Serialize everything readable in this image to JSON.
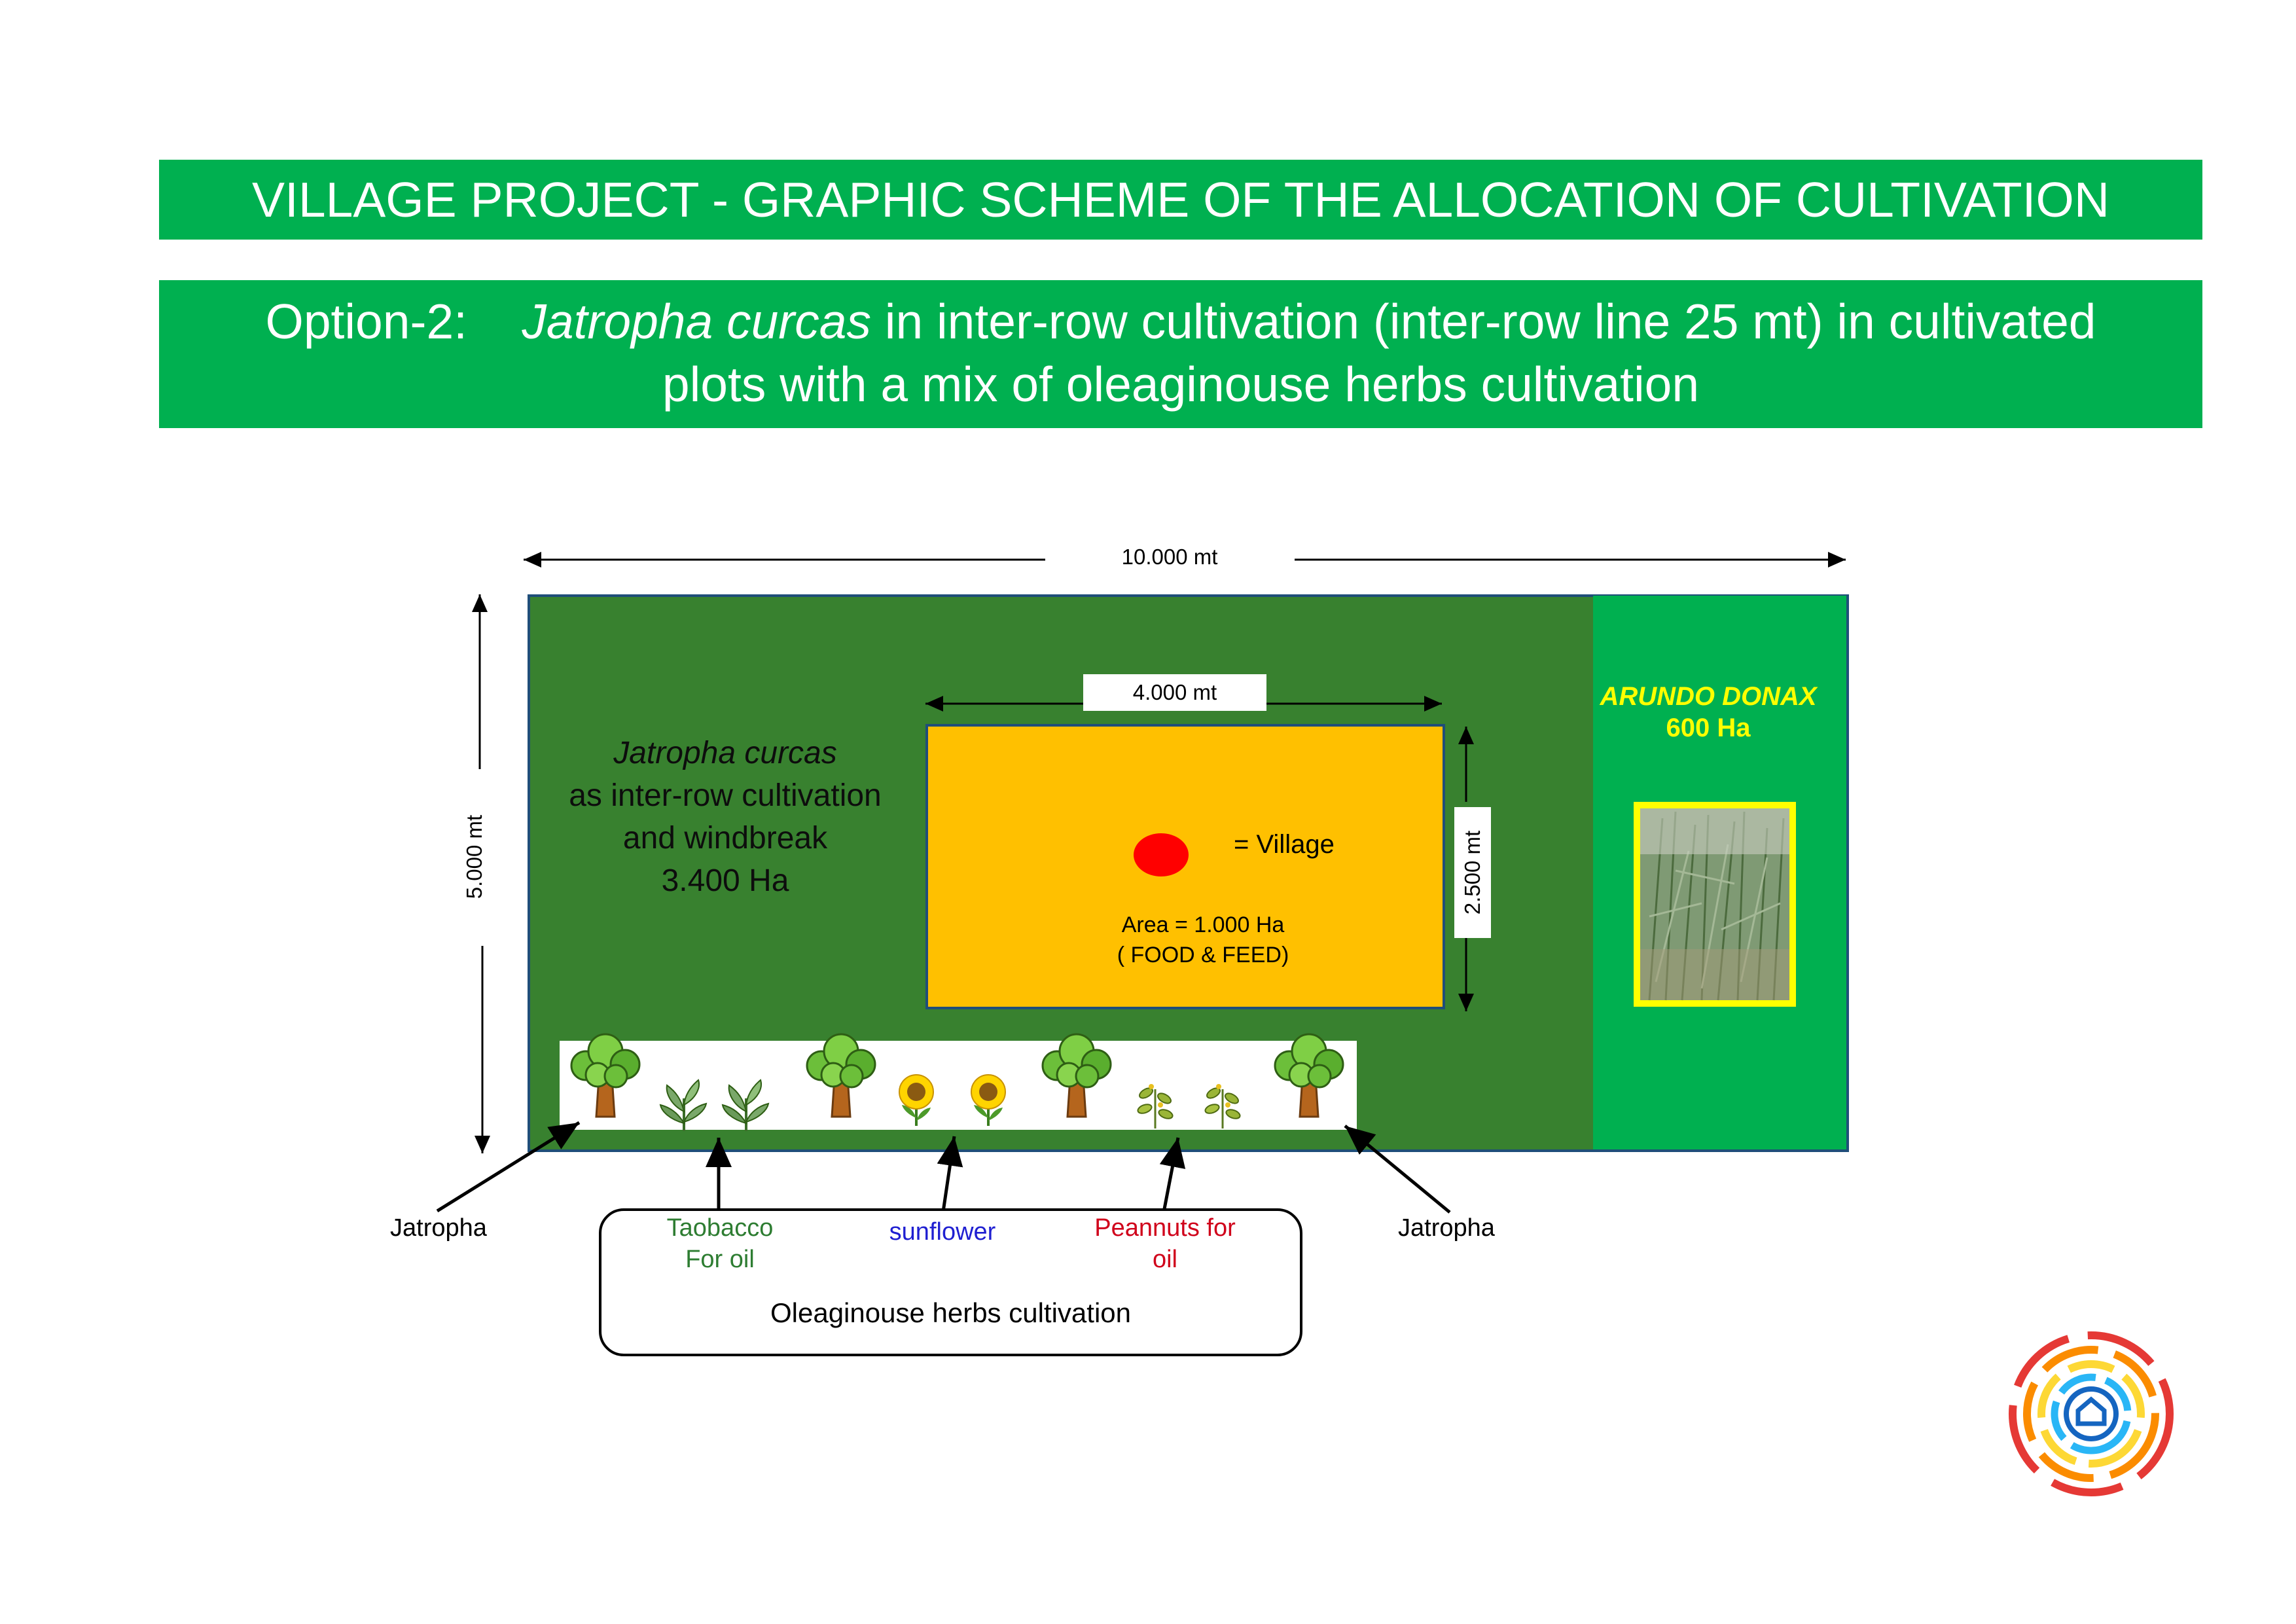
{
  "header": {
    "title": "VILLAGE PROJECT -  GRAPHIC SCHEME OF THE ALLOCATION OF CULTIVATION",
    "option_prefix": "Option-2:",
    "option_species": "Jatropha curcas",
    "option_rest_line1": " in inter-row cultivation (inter-row line 25 mt) in cultivated",
    "option_line2": "plots with a mix of oleaginouse herbs cultivation"
  },
  "dimensions": {
    "total_width": "10.000 mt",
    "total_height": "5.000 mt",
    "village_width": "4.000 mt",
    "village_height": "2.500 mt"
  },
  "jatropha_area": {
    "species": "Jatropha curcas",
    "line2": "as inter-row cultivation",
    "line3": "and windbreak",
    "area": "3.400 Ha"
  },
  "village": {
    "legend": "= Village",
    "area": "Area = 1.000 Ha",
    "use": "( FOOD & FEED)"
  },
  "arundo": {
    "name": "ARUNDO DONAX",
    "area": "600 Ha"
  },
  "labels": {
    "jatropha_left": "Jatropha",
    "jatropha_right": "Jatropha",
    "tobacco_line1": "Taobacco",
    "tobacco_line2": "For oil",
    "sunflower": "sunflower",
    "peanuts_line1": "Peannuts for",
    "peanuts_line2": "oil",
    "herbs_title": "Oleaginouse herbs cultivation"
  },
  "colors": {
    "banner": "#00b050",
    "field": "#38812f",
    "arundo_panel": "#00b050",
    "village_plot": "#ffc000",
    "village_marker": "#ff0000",
    "tobacco_text": "#2e7d32",
    "sunflower_text": "#1f1fd1",
    "peanuts_text": "#d0021b",
    "arundo_text": "#ffff00"
  },
  "icons": [
    "tree-icon",
    "tobacco-plant-icon",
    "sunflower-icon",
    "peanut-plant-icon",
    "reed-photo",
    "logo-icon"
  ]
}
